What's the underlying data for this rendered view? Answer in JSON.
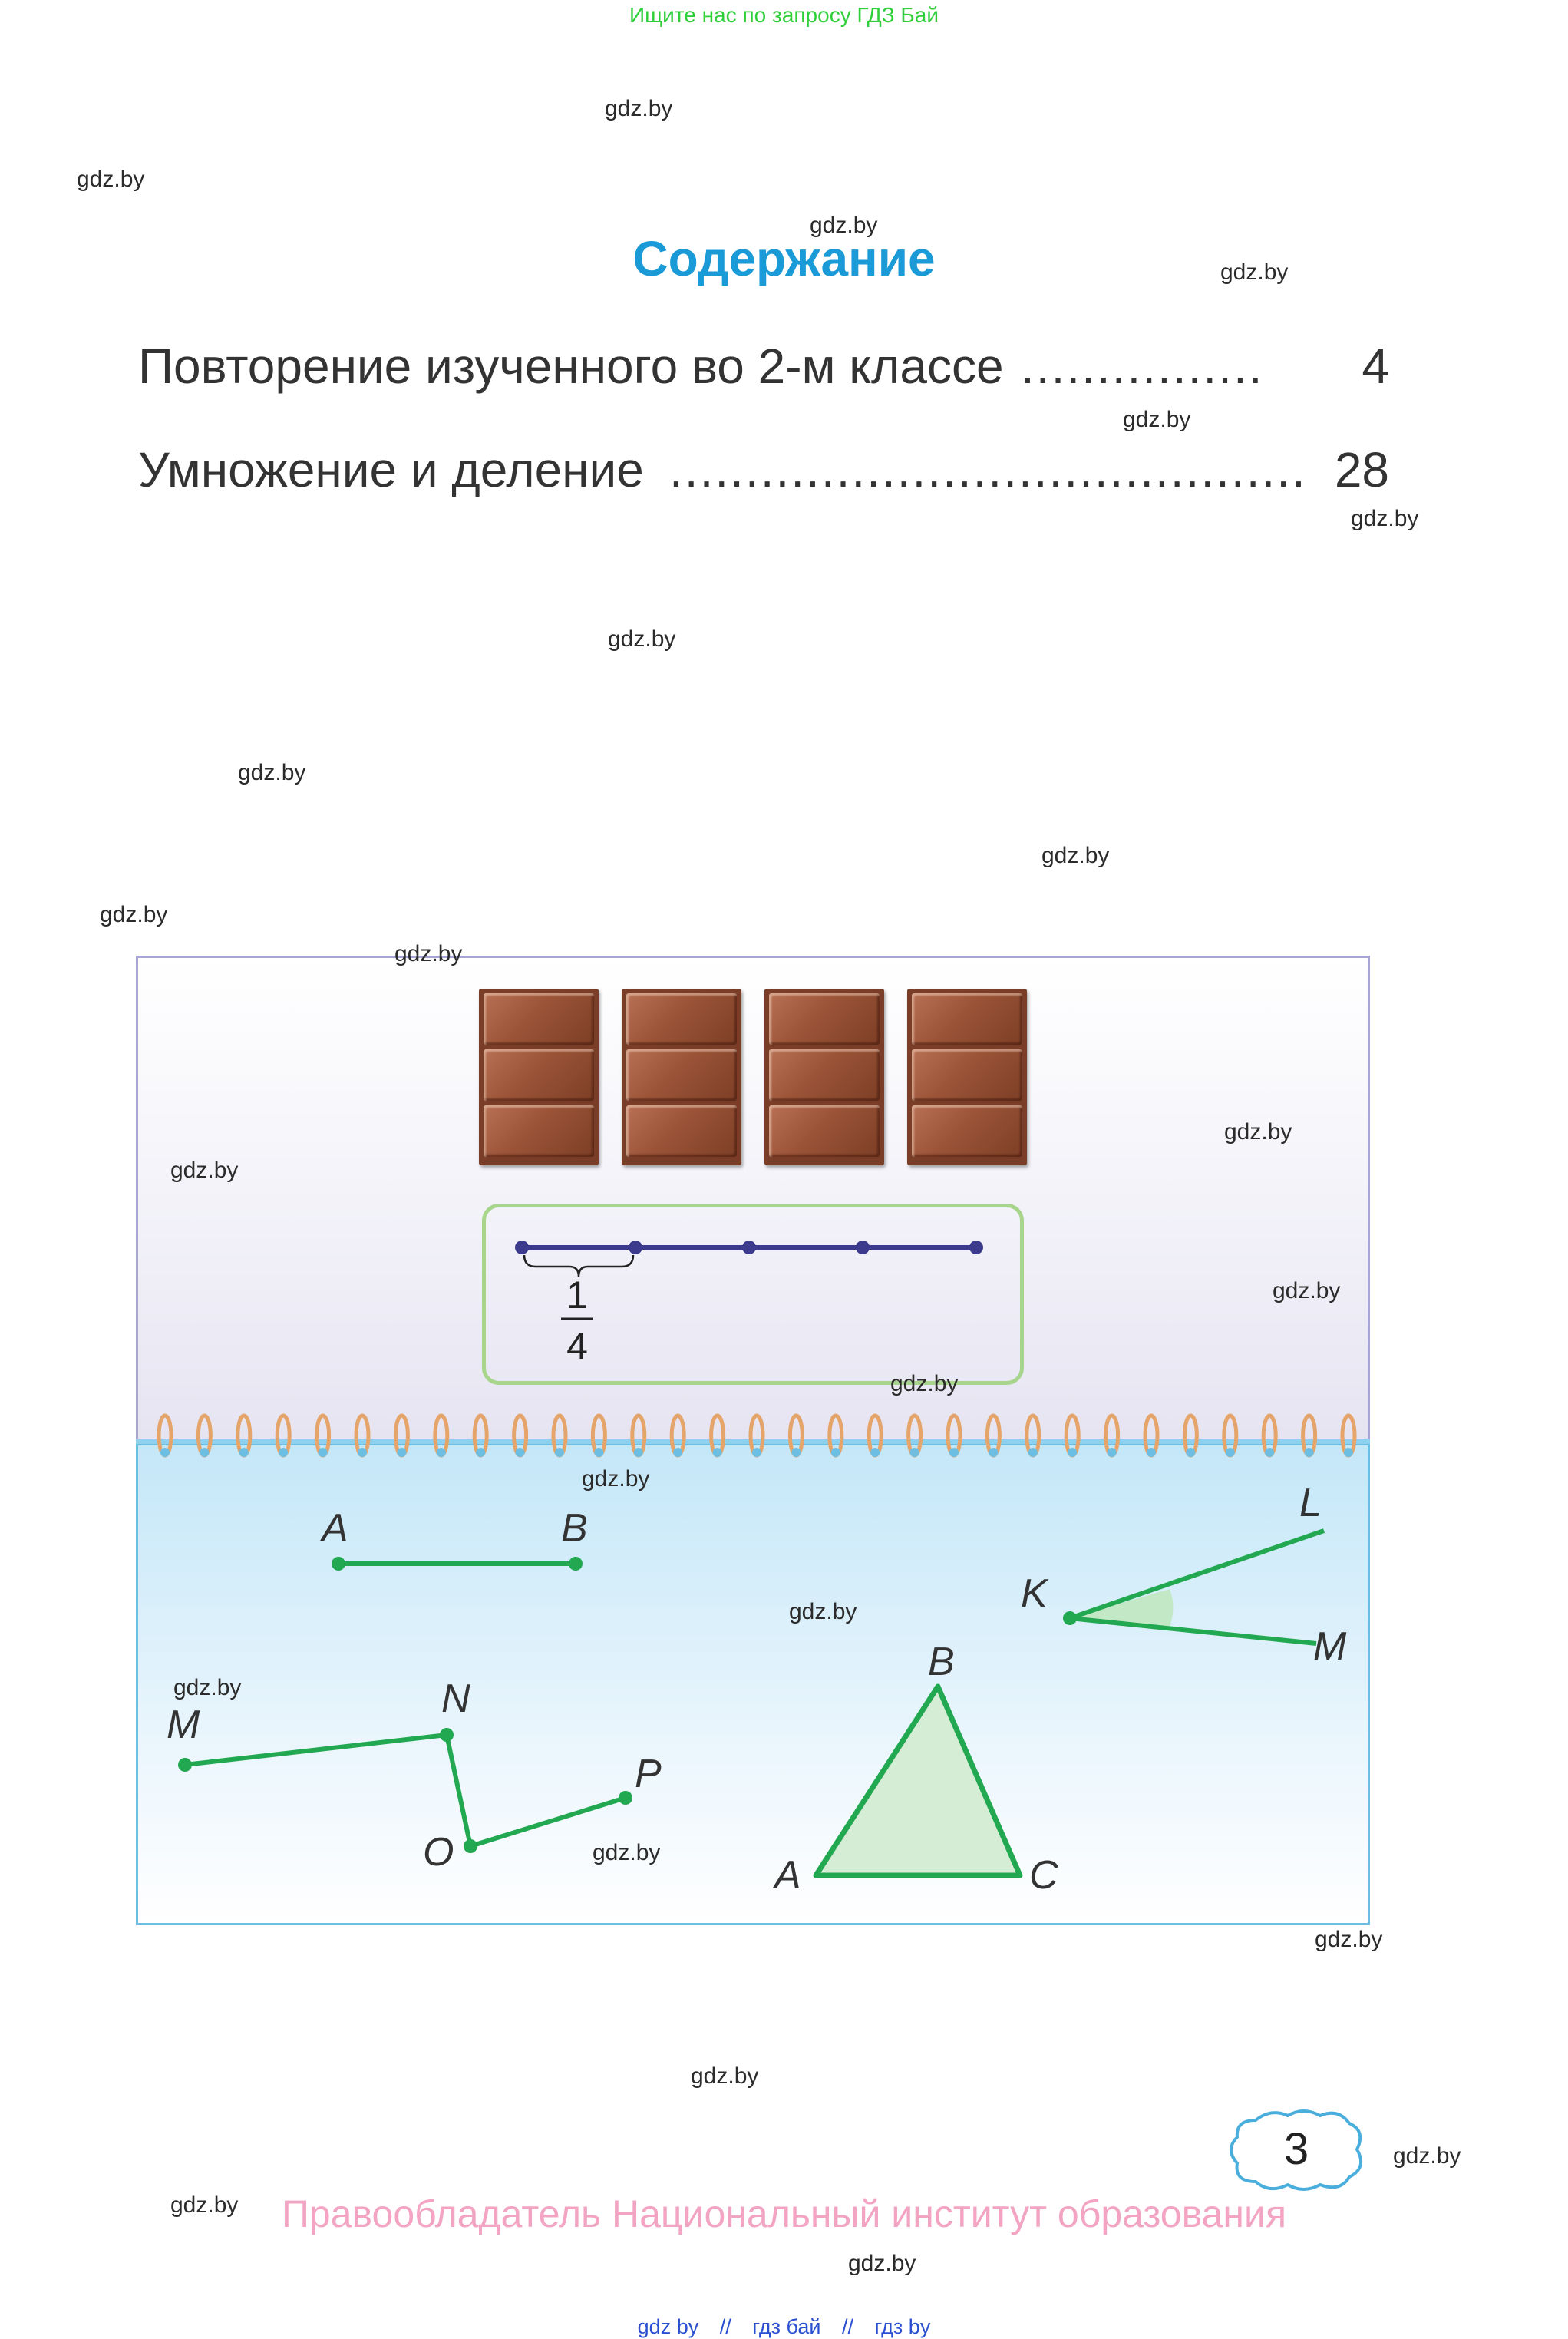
{
  "header": {
    "note": "Ищите нас по запросу ГДЗ Бай"
  },
  "watermark": "gdz.by",
  "title": "Содержание",
  "toc": [
    {
      "label": "Повторение изученного во 2-м классе",
      "dots": "................",
      "page": "4"
    },
    {
      "label": "Умножение и деление",
      "dots": "..........................................",
      "page": "28"
    }
  ],
  "fraction": {
    "numerator": "1",
    "denominator": "4"
  },
  "geometry_labels": {
    "segment": [
      "A",
      "B"
    ],
    "broken_line": [
      "M",
      "N",
      "O",
      "P"
    ],
    "triangle": [
      "A",
      "B",
      "C"
    ],
    "angle": [
      "K",
      "L",
      "M"
    ]
  },
  "page_number": "3",
  "footer": {
    "copyright": "Правообладатель Национальный институт образования",
    "links": [
      "gdz by",
      "//",
      "гдз бай",
      "//",
      "гдз by"
    ]
  },
  "colors": {
    "title": "#1a9ad6",
    "header_note": "#2fcf3a",
    "figure_green": "#22a851",
    "number_line": "#3b3a8c",
    "footer_copyright": "#f3a4c2",
    "footer_links": "#2a4fd1"
  }
}
